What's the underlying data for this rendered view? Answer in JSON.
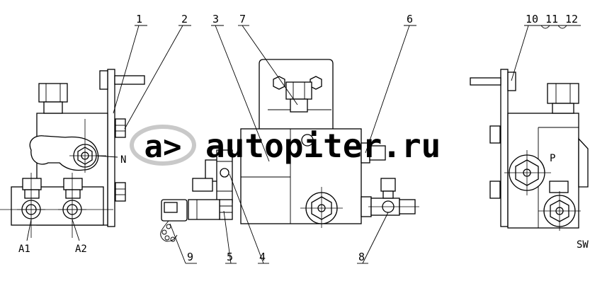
{
  "watermark": {
    "symbol": "a>",
    "text": "autopiter.ru"
  },
  "callouts": {
    "c1": "1",
    "c2": "2",
    "c3": "3",
    "c4": "4",
    "c5": "5",
    "c6": "6",
    "c7": "7",
    "c8": "8",
    "c9": "9",
    "c10": "10",
    "c11": "11",
    "c12": "12"
  },
  "labels": {
    "n": "N",
    "a1": "A1",
    "a2": "A2",
    "p": "P",
    "sw": "SW"
  },
  "colors": {
    "line": "#000000",
    "watermark": "#c9c9c9",
    "background": "#ffffff"
  }
}
